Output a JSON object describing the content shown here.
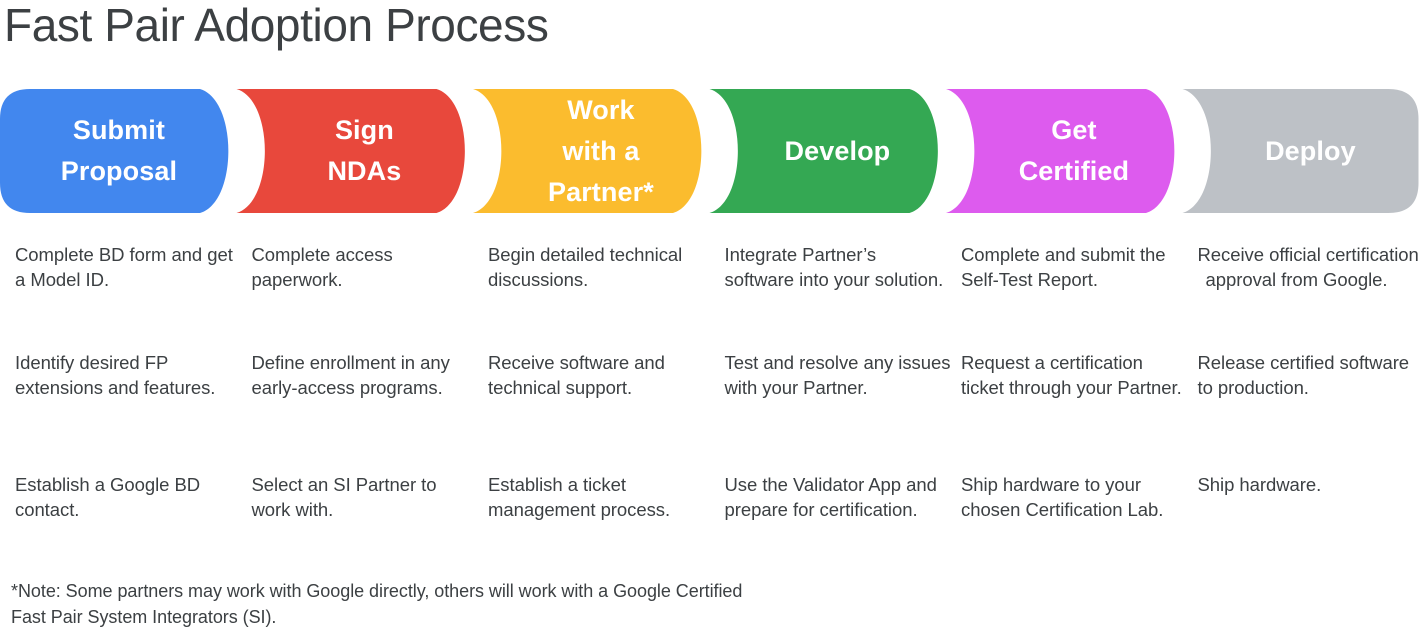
{
  "title": "Fast Pair Adoption Process",
  "colors": {
    "blue": "#4287ee",
    "red": "#e8483c",
    "yellow": "#fbbc2e",
    "green": "#34a853",
    "purple": "#dd5bee",
    "gray": "#bdc1c6",
    "text": "#3c4043",
    "label_text": "#ffffff",
    "background": "#ffffff"
  },
  "stages": [
    {
      "id": "submit-proposal",
      "label_lines": [
        "Submit",
        "Proposal"
      ],
      "color_key": "blue",
      "color": "#4287ee",
      "items": [
        "Complete BD form and get a Model ID.",
        "Identify desired FP extensions and features.",
        "Establish a Google BD contact."
      ]
    },
    {
      "id": "sign-ndas",
      "label_lines": [
        "Sign",
        "NDAs"
      ],
      "color_key": "red",
      "color": "#e8483c",
      "items": [
        "Complete access paperwork.",
        "Define enrollment in any early-access programs.",
        "Select an SI Partner to work with."
      ]
    },
    {
      "id": "work-with-a-partner",
      "label_lines": [
        "Work",
        "with a",
        "Partner*"
      ],
      "color_key": "yellow",
      "color": "#fbbc2e",
      "items": [
        "Begin detailed technical discussions.",
        "Receive software and technical support.",
        "Establish a ticket management process."
      ]
    },
    {
      "id": "develop",
      "label_lines": [
        "Develop"
      ],
      "color_key": "green",
      "color": "#34a853",
      "items": [
        "Integrate Partner’s software into your solution.",
        "Test and resolve any issues with your Partner.",
        "Use the Validator App and prepare for certification."
      ]
    },
    {
      "id": "get-certified",
      "label_lines": [
        "Get",
        "Certified"
      ],
      "color_key": "purple",
      "color": "#dd5bee",
      "items": [
        "Complete and submit the Self-Test Report.",
        "Request a certification ticket through your Partner.",
        "Ship hardware to your chosen Certification Lab."
      ]
    },
    {
      "id": "deploy",
      "label_lines": [
        "Deploy"
      ],
      "color_key": "gray",
      "color": "#bdc1c6",
      "items": [
        "Receive official certification approval from Google.",
        "Release certified software to production.",
        "Ship hardware."
      ]
    }
  ],
  "footnote": "*Note: Some partners may work with Google directly, others will work with a Google Certified Fast Pair System Integrators (SI)."
}
